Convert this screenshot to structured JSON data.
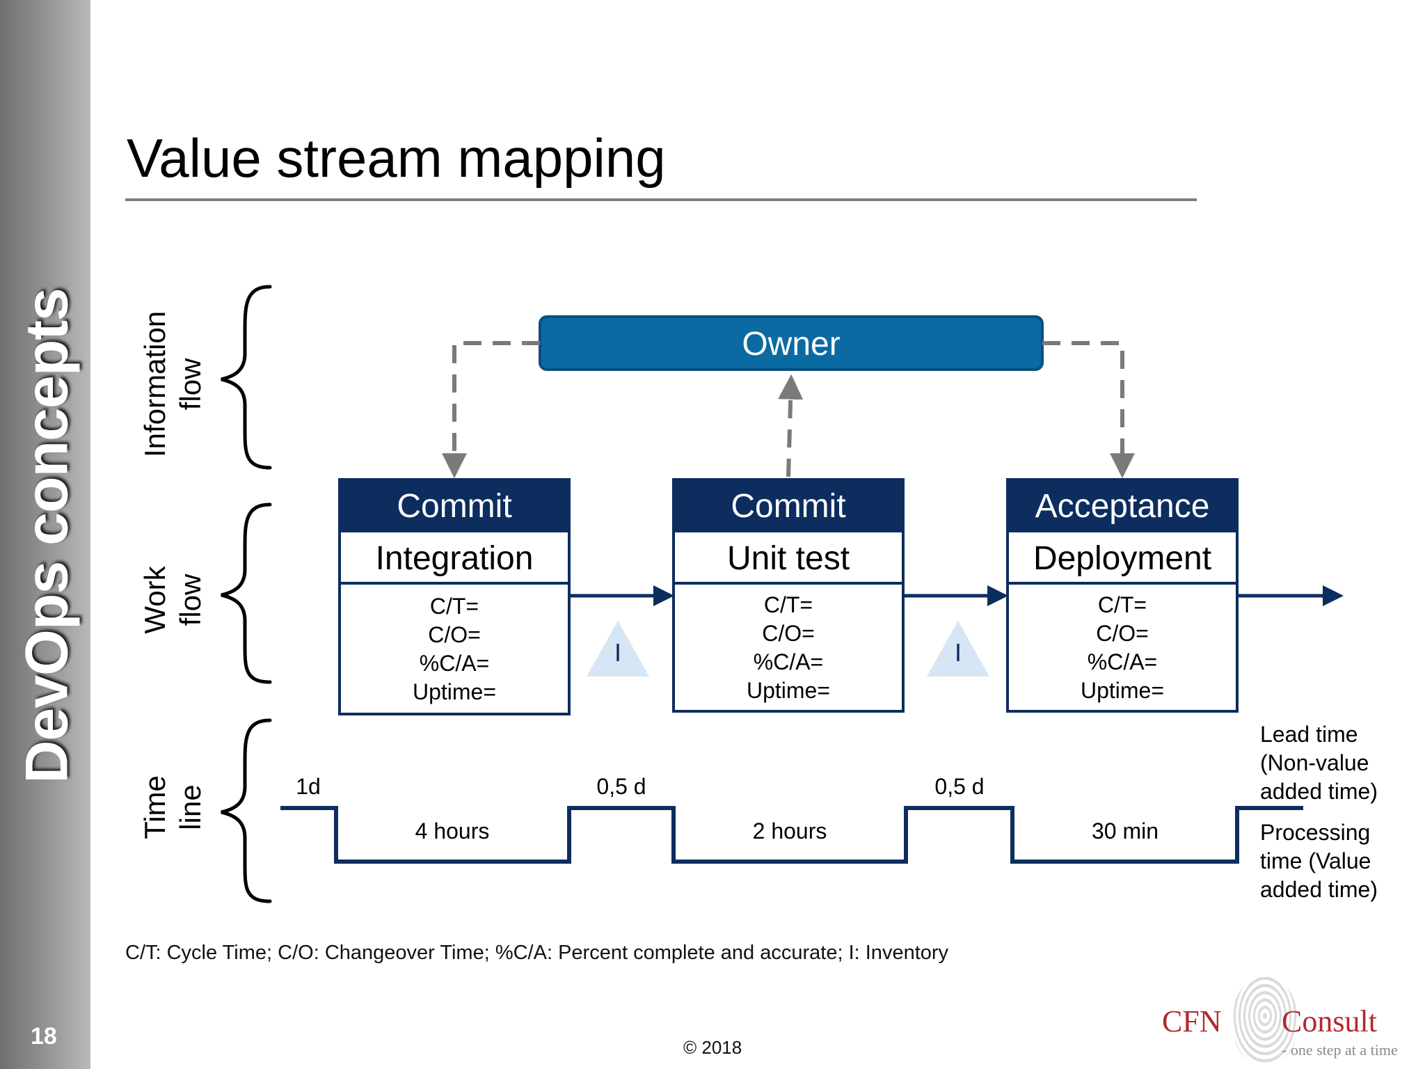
{
  "sidebar": {
    "title": "DevOps concepts",
    "page_number": "18"
  },
  "slide": {
    "title": "Value stream mapping",
    "footnote": "C/T: Cycle Time;  C/O: Changeover Time; %C/A: Percent complete and accurate; I: Inventory",
    "copyright": "© 2018"
  },
  "rows": {
    "information": [
      "Information",
      "flow"
    ],
    "work": [
      "Work",
      "flow"
    ],
    "time": [
      "Time",
      "line"
    ]
  },
  "owner": {
    "label": "Owner"
  },
  "processes": [
    {
      "header": "Commit",
      "name": "Integration",
      "metrics": [
        "C/T=",
        "C/O=",
        "%C/A=",
        "Uptime="
      ]
    },
    {
      "header": "Commit",
      "name": "Unit test",
      "metrics": [
        "C/T=",
        "C/O=",
        "%C/A=",
        "Uptime="
      ]
    },
    {
      "header": "Acceptance",
      "name": "Deployment",
      "metrics": [
        "C/T=",
        "C/O=",
        "%C/A=",
        "Uptime="
      ]
    }
  ],
  "inventory": [
    {
      "label": "I"
    },
    {
      "label": "I"
    }
  ],
  "timeline": {
    "wait": [
      "1d",
      "0,5 d",
      "0,5 d"
    ],
    "process": [
      "4 hours",
      "2 hours",
      "30 min"
    ],
    "legend_lead": [
      "Lead time",
      "(Non-value",
      "added time)"
    ],
    "legend_processing": [
      "Processing",
      "time (Value",
      "added time)"
    ]
  },
  "logo": {
    "left": "CFN",
    "right": "Consult",
    "tagline": "- one step at a time"
  },
  "colors": {
    "process_header": "#0d2d5e",
    "owner_fill": "#0a6aa1",
    "owner_border": "#0a4f7e",
    "inventory_triangle": "#d6e6f4",
    "arrow": "#0d2d5e",
    "dashed": "#7a7a7a"
  }
}
